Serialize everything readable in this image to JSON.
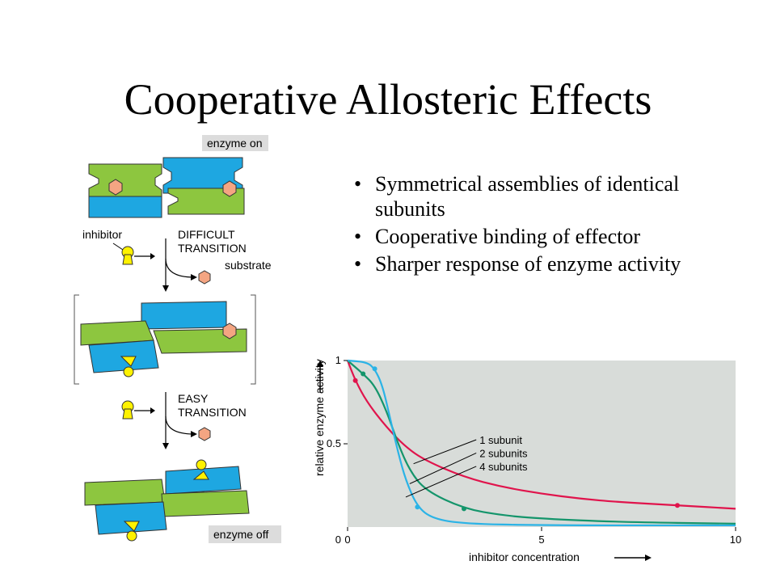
{
  "title": "Cooperative Allosteric Effects",
  "bullets": [
    "Symmetrical assemblies of identical subunits",
    "Cooperative binding of effector",
    "Sharper response of enzyme activity"
  ],
  "diagram": {
    "enzyme_on": "enzyme on",
    "inhibitor": "inhibitor",
    "difficult_1": "DIFFICULT",
    "difficult_2": "TRANSITION",
    "substrate": "substrate",
    "easy_1": "EASY",
    "easy_2": "TRANSITION",
    "enzyme_off": "enzyme off",
    "colors": {
      "green": "#8dc63f",
      "blue": "#1ea7e1",
      "yellow": "#fff200",
      "substrate": "#f4a582"
    }
  },
  "chart_data": {
    "type": "line",
    "xlabel": "inhibitor concentration",
    "ylabel": "relative enzyme activity",
    "xlim": [
      0,
      10
    ],
    "ylim": [
      0,
      1
    ],
    "x_ticks": [
      "0",
      "5",
      "10"
    ],
    "y_ticks": [
      "0.5",
      "1"
    ],
    "series": [
      {
        "name": "1 subunit",
        "color": "#e0144c",
        "points": [
          [
            0,
            1
          ],
          [
            0.2,
            0.88
          ],
          [
            0.5,
            0.75
          ],
          [
            1,
            0.6
          ],
          [
            1.5,
            0.48
          ],
          [
            2,
            0.4
          ],
          [
            3,
            0.3
          ],
          [
            4,
            0.24
          ],
          [
            5,
            0.2
          ],
          [
            6,
            0.17
          ],
          [
            7,
            0.15
          ],
          [
            8.5,
            0.13
          ],
          [
            10,
            0.11
          ]
        ],
        "markers": [
          [
            0.2,
            0.88
          ],
          [
            8.5,
            0.13
          ]
        ]
      },
      {
        "name": "2 subunits",
        "color": "#14956b",
        "points": [
          [
            0,
            1
          ],
          [
            0.4,
            0.92
          ],
          [
            0.7,
            0.85
          ],
          [
            1,
            0.7
          ],
          [
            1.3,
            0.5
          ],
          [
            1.6,
            0.34
          ],
          [
            2,
            0.22
          ],
          [
            3,
            0.11
          ],
          [
            4,
            0.07
          ],
          [
            5,
            0.05
          ],
          [
            7,
            0.03
          ],
          [
            10,
            0.02
          ]
        ],
        "markers": [
          [
            0.4,
            0.92
          ],
          [
            3,
            0.11
          ]
        ]
      },
      {
        "name": "4 subunits",
        "color": "#2bb3e6",
        "points": [
          [
            0,
            1
          ],
          [
            0.5,
            0.99
          ],
          [
            0.7,
            0.95
          ],
          [
            0.9,
            0.85
          ],
          [
            1.1,
            0.65
          ],
          [
            1.3,
            0.45
          ],
          [
            1.5,
            0.28
          ],
          [
            1.8,
            0.12
          ],
          [
            2.2,
            0.05
          ],
          [
            3,
            0.02
          ],
          [
            5,
            0.01
          ],
          [
            10,
            0.01
          ]
        ],
        "markers": [
          [
            0.7,
            0.95
          ],
          [
            1.8,
            0.12
          ]
        ]
      }
    ],
    "label_positions_text": [
      "1 subunit",
      "2 subunits",
      "4 subunits"
    ],
    "background": "#d8dcd9"
  }
}
